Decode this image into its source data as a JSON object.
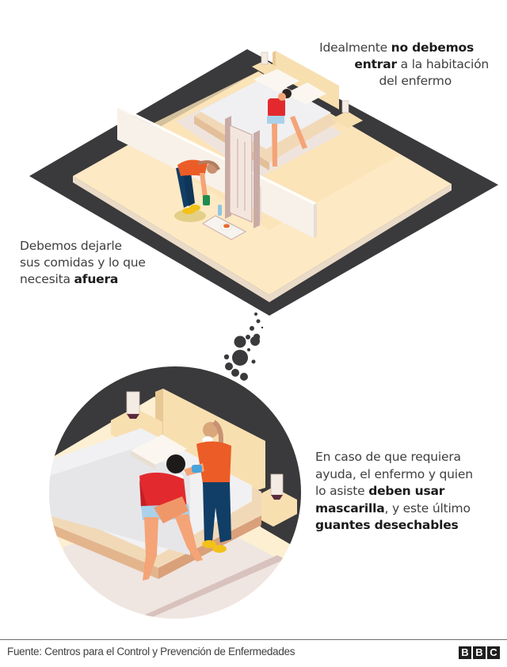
{
  "captions": {
    "top": {
      "line1_pre": "Idealmente ",
      "line1_bold": "no debemos",
      "line2_bold": "entrar",
      "line2_post": " a la habitación",
      "line3": "del enfermo"
    },
    "left": {
      "line1": "Debemos dejarle",
      "line2": "sus comidas y lo que",
      "line3_pre": "necesita ",
      "line3_bold": "afuera"
    },
    "right": {
      "line1": "En caso de que requiera",
      "line2": "ayuda, el enfermo y quien",
      "line3_pre": "lo asiste ",
      "line3_bold": "deben usar",
      "line4_bold": "mascarilla",
      "line4_post": ", y este último",
      "line5_bold": "guantes desechables"
    }
  },
  "footer": {
    "source": "Fuente: Centros para el Control y Prevención de Enfermedades",
    "logo_letters": [
      "B",
      "B",
      "C"
    ]
  },
  "colors": {
    "board": "#3a393b",
    "floor": "#fde9c4",
    "floor_edge": "#e9d2b5",
    "wall": "#f6efe6",
    "shirt_red": "#e22a2e",
    "shirt_orange": "#ec5c26",
    "pants_navy": "#113e66",
    "glove_green": "#1e8c4e",
    "glove_blue": "#4aa3dc",
    "shoes_yellow": "#f2c21a",
    "skin": "#f4a477"
  },
  "illustrations": {
    "scene_top": "isometric-room-floorplan",
    "thought_bubbles": "dot-trail",
    "scene_circle": "caregiver-with-patient-on-bed"
  }
}
